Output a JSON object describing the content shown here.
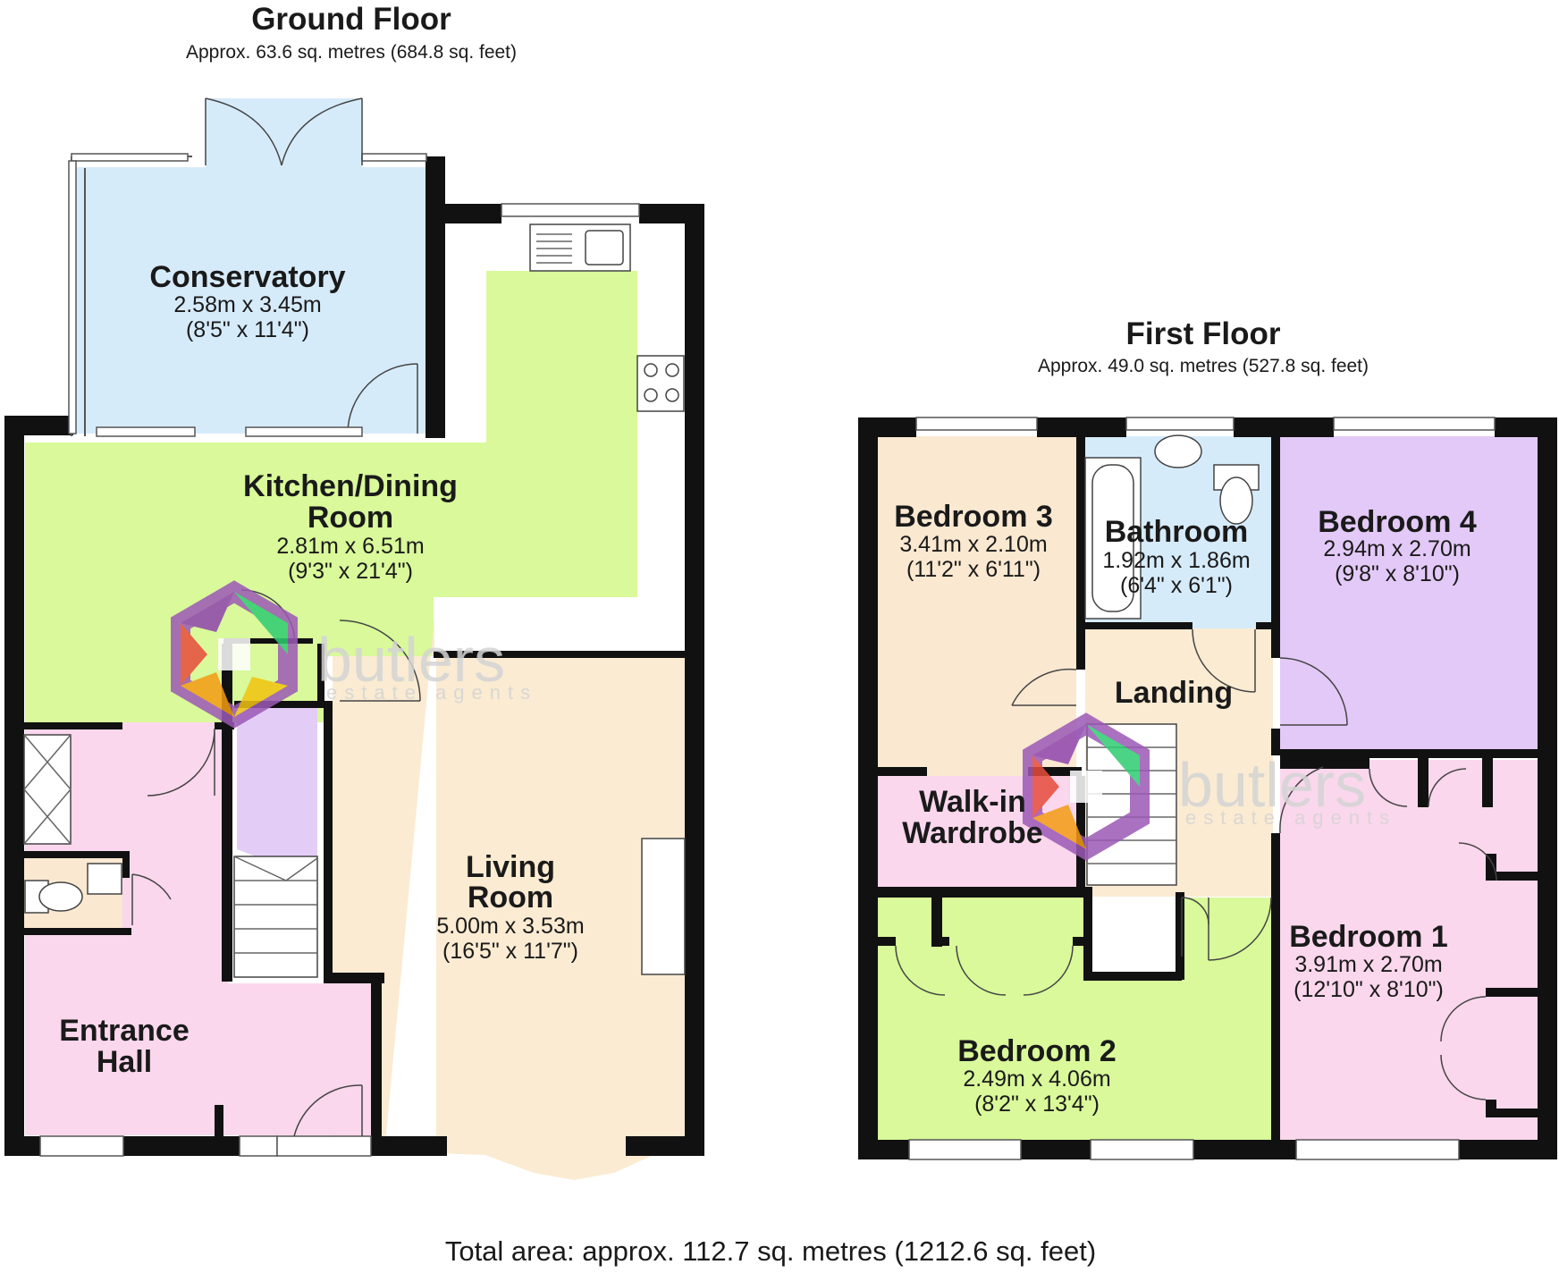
{
  "ground_floor": {
    "title": "Ground Floor",
    "area": "Approx. 63.6 sq. metres (684.8 sq. feet)",
    "rooms": {
      "conservatory": {
        "name": "Conservatory",
        "metric": "2.58m x 3.45m",
        "imperial": "(8'5\" x 11'4\")"
      },
      "kitchen_line1": "Kitchen/Dining",
      "kitchen_line2": "Room",
      "kitchen": {
        "metric": "2.81m x 6.51m",
        "imperial": "(9'3\" x 21'4\")"
      },
      "living_line1": "Living",
      "living_line2": "Room",
      "living": {
        "metric": "5.00m x 3.53m",
        "imperial": "(16'5\" x 11'7\")"
      },
      "entrance_line1": "Entrance",
      "entrance_line2": "Hall"
    }
  },
  "first_floor": {
    "title": "First Floor",
    "area": "Approx. 49.0 sq. metres (527.8 sq. feet)",
    "rooms": {
      "bedroom3": {
        "name": "Bedroom 3",
        "metric": "3.41m x 2.10m",
        "imperial": "(11'2\" x 6'11\")"
      },
      "bathroom": {
        "name": "Bathroom",
        "metric": "1.92m x 1.86m",
        "imperial": "(6'4\" x 6'1\")"
      },
      "bedroom4": {
        "name": "Bedroom 4",
        "metric": "2.94m x 2.70m",
        "imperial": "(9'8\" x 8'10\")"
      },
      "landing": {
        "name": "Landing"
      },
      "wardrobe_line1": "Walk-in",
      "wardrobe_line2": "Wardrobe",
      "bedroom1": {
        "name": "Bedroom 1",
        "metric": "3.91m x 2.70m",
        "imperial": "(12'10\" x 8'10\")"
      },
      "bedroom2": {
        "name": "Bedroom 2",
        "metric": "2.49m x 4.06m",
        "imperial": "(8'2\" x 13'4\")"
      }
    }
  },
  "total_area": "Total area: approx. 112.7 sq. metres (1212.6 sq. feet)",
  "watermark": {
    "name": "butlers",
    "tagline": "estate agents"
  },
  "colors": {
    "conservatory": "#d6ebfa",
    "kitchen": "#d9f99a",
    "living": "#faebd2",
    "hall": "#fad7ec",
    "understairs": "#e3cdf7",
    "bedroom3": "#fae8d1",
    "bathroom": "#d6ebfa",
    "bedroom4": "#e3c9f7",
    "bedroom2": "#d9f99a",
    "bedroom1": "#fad7ec",
    "wardrobe": "#fad7ec",
    "landing": "#faebd2",
    "wall": "#111111"
  }
}
